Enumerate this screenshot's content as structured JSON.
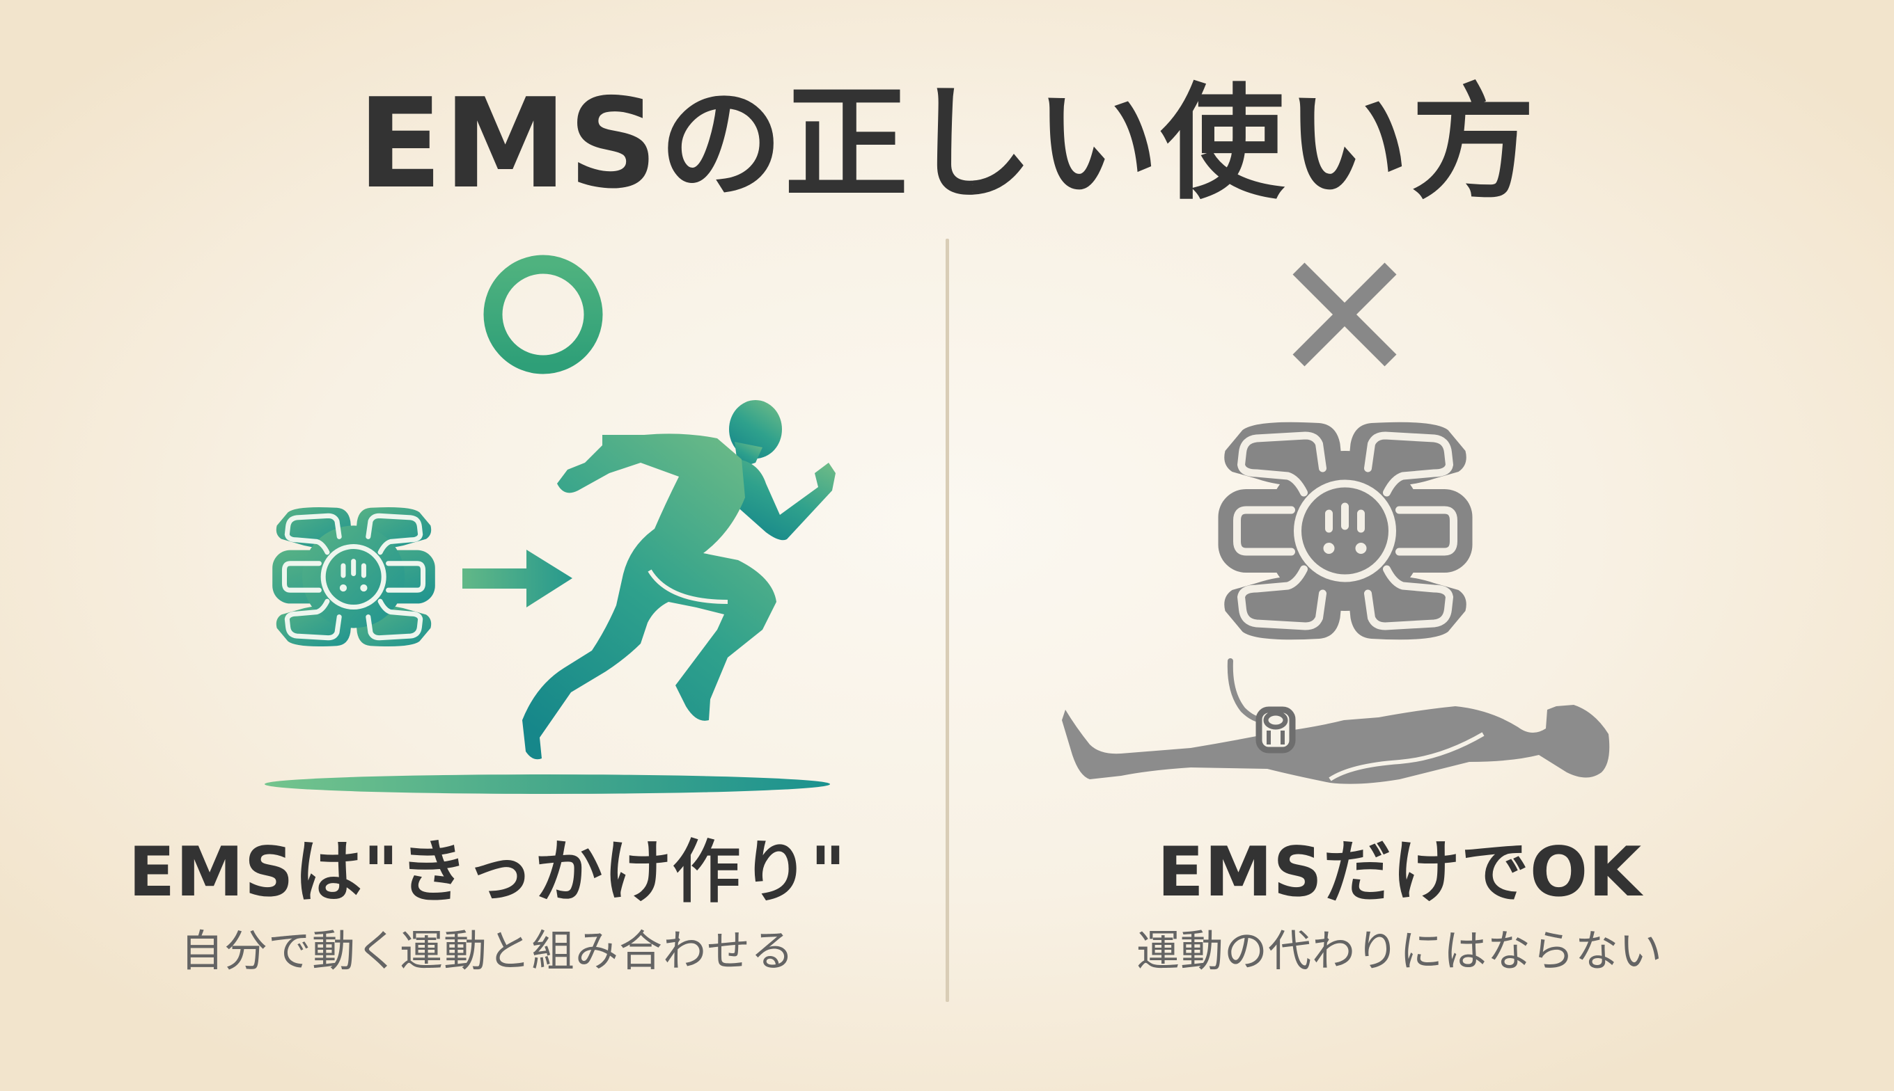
{
  "title": "EMSの正しい使い方",
  "colors": {
    "background": "#f8f1e4",
    "title_text": "#333333",
    "subtitle_text": "#646464",
    "good_green_light": "#6dbb86",
    "good_green_dark": "#1c928e",
    "bad_gray": "#8a8a8a",
    "divider": "#d9cdb6"
  },
  "left": {
    "mark_icon": "circle-good",
    "heading": "EMSは\"きっかけ作り\"",
    "subtext": "自分で動く運動と組み合わせる",
    "illustration": [
      "ems-pad-icon",
      "arrow-right-icon",
      "runner-icon",
      "ground-shadow"
    ]
  },
  "right": {
    "mark_icon": "cross-bad",
    "heading": "EMSだけでOK",
    "subtext": "運動の代わりにはならない",
    "illustration": [
      "ems-pad-icon",
      "lying-person-icon"
    ]
  }
}
